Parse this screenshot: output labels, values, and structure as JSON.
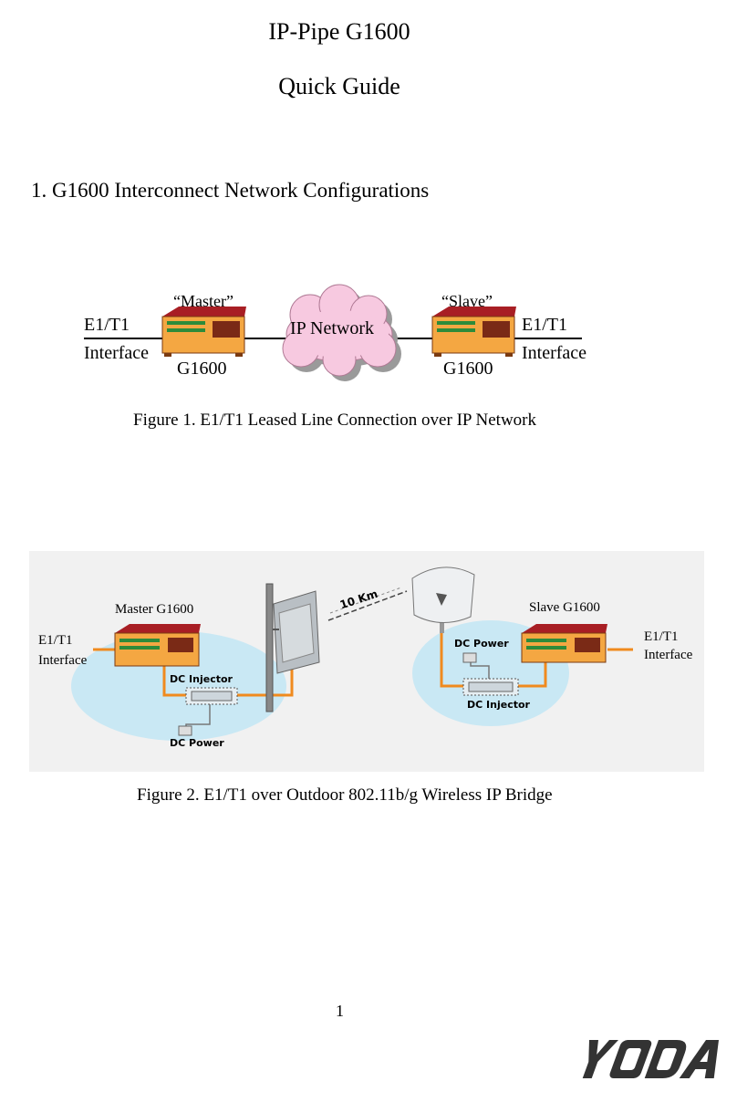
{
  "document": {
    "title": "IP-Pipe G1600",
    "subtitle": "Quick Guide",
    "section_heading": "1.  G1600 Interconnect Network Configurations",
    "page_number": "1",
    "logo_text": "YODA"
  },
  "figure1": {
    "left_role": "“Master”",
    "right_role": "“Slave”",
    "left_interface_line1": "E1/T1",
    "left_interface_line2": "Interface",
    "right_interface_line1": "E1/T1",
    "right_interface_line2": "Interface",
    "left_device": "G1600",
    "right_device": "G1600",
    "cloud_label": "IP Network",
    "caption": "Figure 1. E1/T1 Leased Line Connection over IP Network"
  },
  "figure2": {
    "left_interface_line1": "E1/T1",
    "left_interface_line2": "Interface",
    "right_interface_line1": "E1/T1",
    "right_interface_line2": "Interface",
    "master_label": "Master G1600",
    "slave_label": "Slave G1600",
    "left_injector": "DC Injector",
    "right_injector": "DC Injector",
    "left_power": "DC Power",
    "right_power": "DC Power",
    "distance": "10 Km",
    "caption": "Figure 2. E1/T1 over Outdoor 802.11b/g Wireless IP Bridge"
  },
  "colors": {
    "device_body": "#f4a742",
    "device_top": "#a81e24",
    "device_stripe": "#2e8b3a",
    "cloud": "#f7c9e0",
    "bubble": "#c9e8f4",
    "cable": "#f08a1e",
    "panel": "#f1f1f1"
  }
}
